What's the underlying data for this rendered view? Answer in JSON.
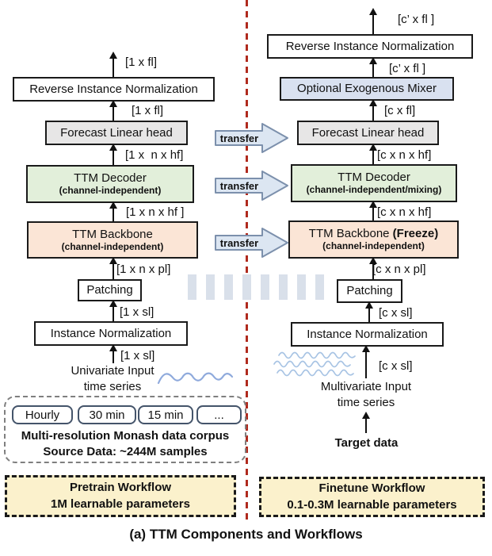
{
  "caption": "(a) TTM Components and Workflows",
  "transfer_label": "transfer",
  "colors": {
    "backbone_bg": "#FBE5D6",
    "decoder_bg": "#E2EFDA",
    "head_bg": "#E7E6E6",
    "mixer_bg": "#D9E1F0",
    "workflow_bg": "#FBF1CC",
    "divider_red": "#B02A1E",
    "wave_blue": "#8FAADC",
    "transfer_fill": "#DCE6F2",
    "transfer_border": "#7C90AC",
    "band_blue": "#D9E0EA"
  },
  "pretrain": {
    "dims": {
      "output": "[1 x fl]",
      "head_to_rin": "[1 x fl]",
      "decoder_to_head": "[1 x  n x hf]",
      "backbone_to_decoder": "[1 x n x hf ]",
      "patching_to_backbone": "[1 x n x pl]",
      "norm_to_patching": "[1 x sl]",
      "input_to_norm": "[1 x sl]"
    },
    "rin": "Reverse Instance Normalization",
    "head": "Forecast Linear head",
    "decoder": {
      "title": "TTM Decoder",
      "sub": "(channel-independent)"
    },
    "backbone": {
      "title": "TTM Backbone",
      "sub": "(channel-independent)"
    },
    "patching": "Patching",
    "norm": "Instance Normalization",
    "input_line1": "Univariate Input",
    "input_line2": "time series",
    "corpus": {
      "chips": [
        "Hourly",
        "30 min",
        "15 min",
        "..."
      ],
      "line1": "Multi-resolution Monash data corpus",
      "line2": "Source Data: ~244M samples"
    },
    "workflow_line1": "Pretrain Workflow",
    "workflow_line2": "1M learnable parameters"
  },
  "finetune": {
    "dims": {
      "output": "[c’ x fl ]",
      "mixer_to_rin": "[c’ x fl ]",
      "head_to_mixer": "[c x fl]",
      "decoder_to_head": "[c x n x hf]",
      "backbone_to_decoder": "[c x n x hf]",
      "patching_to_backbone": "[c x n x pl]",
      "norm_to_patching": "[c x sl]",
      "input_to_norm": "[c x sl]"
    },
    "rin": "Reverse Instance Normalization",
    "mixer": "Optional Exogenous Mixer",
    "head": "Forecast Linear head",
    "decoder": {
      "title": "TTM Decoder",
      "sub": "(channel-independent/mixing)"
    },
    "backbone": {
      "title": "TTM Backbone ",
      "freeze": "(Freeze)",
      "sub": "(channel-independent)"
    },
    "patching": "Patching",
    "norm": "Instance Normalization",
    "input_line1": "Multivariate Input",
    "input_line2": "time series",
    "target": "Target data",
    "workflow_line1": "Finetune Workflow",
    "workflow_line2": "0.1-0.3M learnable parameters"
  }
}
